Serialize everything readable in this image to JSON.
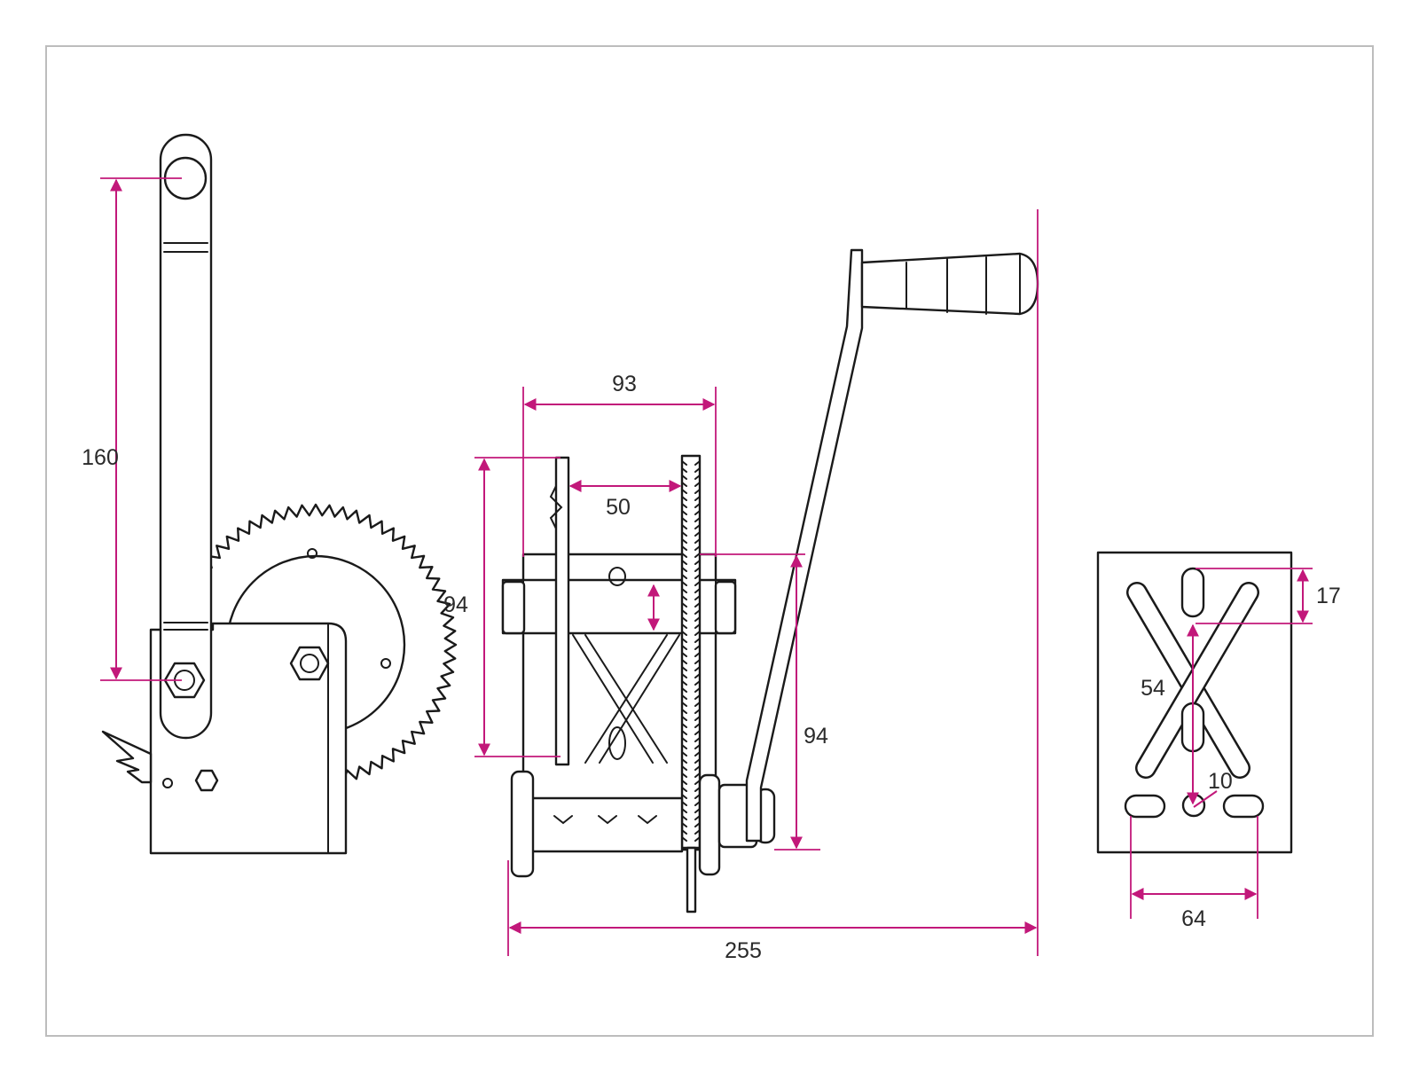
{
  "drawing": {
    "frame_color": "#bdbdbd",
    "line_color": "#1a1a1a",
    "dimension_color": "#c2187a",
    "views": [
      {
        "name": "side-view",
        "dimensions": [
          {
            "label": "160"
          }
        ]
      },
      {
        "name": "front-view",
        "dimensions": [
          {
            "label": "93"
          },
          {
            "label": "50"
          },
          {
            "label": "94"
          },
          {
            "label": "94"
          },
          {
            "label": "255"
          }
        ]
      },
      {
        "name": "base-plate-view",
        "dimensions": [
          {
            "label": "17"
          },
          {
            "label": "54"
          },
          {
            "label": "10"
          },
          {
            "label": "64"
          }
        ]
      }
    ]
  }
}
